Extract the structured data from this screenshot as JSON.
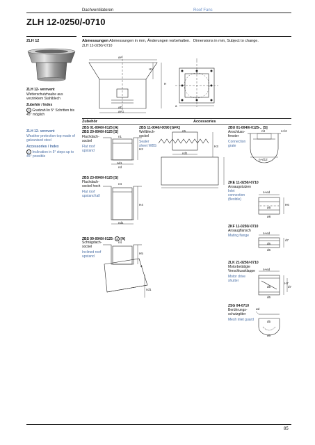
{
  "header": {
    "category_de": "Dachventilatoren",
    "category_en": "Roof Fans",
    "title": "ZLH 12-0250/-0710"
  },
  "left": {
    "model": "ZLH 12",
    "de_title": "ZLH 12- vernvent",
    "de_desc": "Wetterschutzhaube aus verzinktem Stahlblech",
    "de_acc_title": "Zubehör / Index",
    "de_acc_item": "Gradzahl in 5° Schritten bis 45° möglich",
    "en_title": "ZLH 12- vernvent",
    "en_desc": "Weather protection top made of galvanised steel",
    "en_acc_title": "Accessories / Index",
    "en_acc_item": "Inclination in 5° steps up to 45° possible",
    "index_num": "2"
  },
  "dims": {
    "de": "Abmessungen in mm, Änderungen vorbehalten.",
    "en": "Dimensions in mm, Subject to change.",
    "model": "ZLH 12-0250/-0710",
    "labels": {
      "oA": "øA",
      "oA1": "øA1",
      "oD": "øD",
      "H": "H",
      "H1": "H1",
      "a": "a"
    }
  },
  "accessories": {
    "de": "Zubehör",
    "en": "Accessories",
    "items": [
      {
        "code": "ZBS 01-0040/-0125 [A]\nZBS 20-0040/-0125 [S]",
        "line1": "ZBS 01-0040/-0125 [A]",
        "line2": "ZBS 20-0040/-0125 [S]",
        "de": "Flachdach-sockel",
        "en": "Flat roof upstand",
        "labels": [
          "c1",
          "n1",
          "nd1",
          "nd",
          "H2"
        ]
      },
      {
        "line1": "ZBS 11-0040/-0090 [GFK]",
        "de": "Wellblech-sockel",
        "en": "Sealer sheet WBS",
        "labels": [
          "n5",
          "nd",
          "H3",
          "nd1"
        ]
      },
      {
        "line1": "ZBU 01-0040/-0125-.. [S]",
        "de": "Anschluss-fenster",
        "en": "Connection grate",
        "labels": [
          "n3",
          "n+l2",
          "n+d12"
        ]
      },
      {
        "line1": "ZBS 23-0040/-0125 [S]",
        "de": "Flachdach-sockel hoch",
        "en": "Flat roof upstand tall",
        "labels": [
          "n4",
          "n5",
          "nd1",
          "H4"
        ]
      },
      {
        "line1": "ZBS 09-0040/-0125-",
        "line1_suffix": "[A]",
        "idx": "2",
        "de": "Schrägdach-sockel",
        "en": "Inclined roof upstand",
        "labels": [
          "n4",
          "n5",
          "H5",
          "a",
          "nd1"
        ]
      },
      {
        "line1": "ZKE 11-0250/-0710",
        "de": "Ansaugstutzen",
        "en": "Inlet connection (flexible)",
        "labels": [
          "n+ed",
          "ø5",
          "ø6",
          "H6"
        ]
      },
      {
        "line1": "ZKF 11-0250/-0710",
        "de": "Ansaugflansch",
        "en": "Mating flange",
        "labels": [
          "n+ed",
          "d5",
          "d6",
          "d7"
        ]
      },
      {
        "line1": "ZLK 21-0250/-0710",
        "de": "Motorbetätigte Verschlussklappe",
        "en": "Motor drive shutter",
        "labels": [
          "n+ed",
          "d5",
          "d6",
          "H7",
          "d7"
        ]
      },
      {
        "line1": "ZSG 04-0710",
        "de": "Berührungs-schutzgitter",
        "en": "Mesh inlet guard",
        "labels": [
          "ød",
          "d5",
          "d6"
        ]
      }
    ]
  },
  "page_number": "85"
}
